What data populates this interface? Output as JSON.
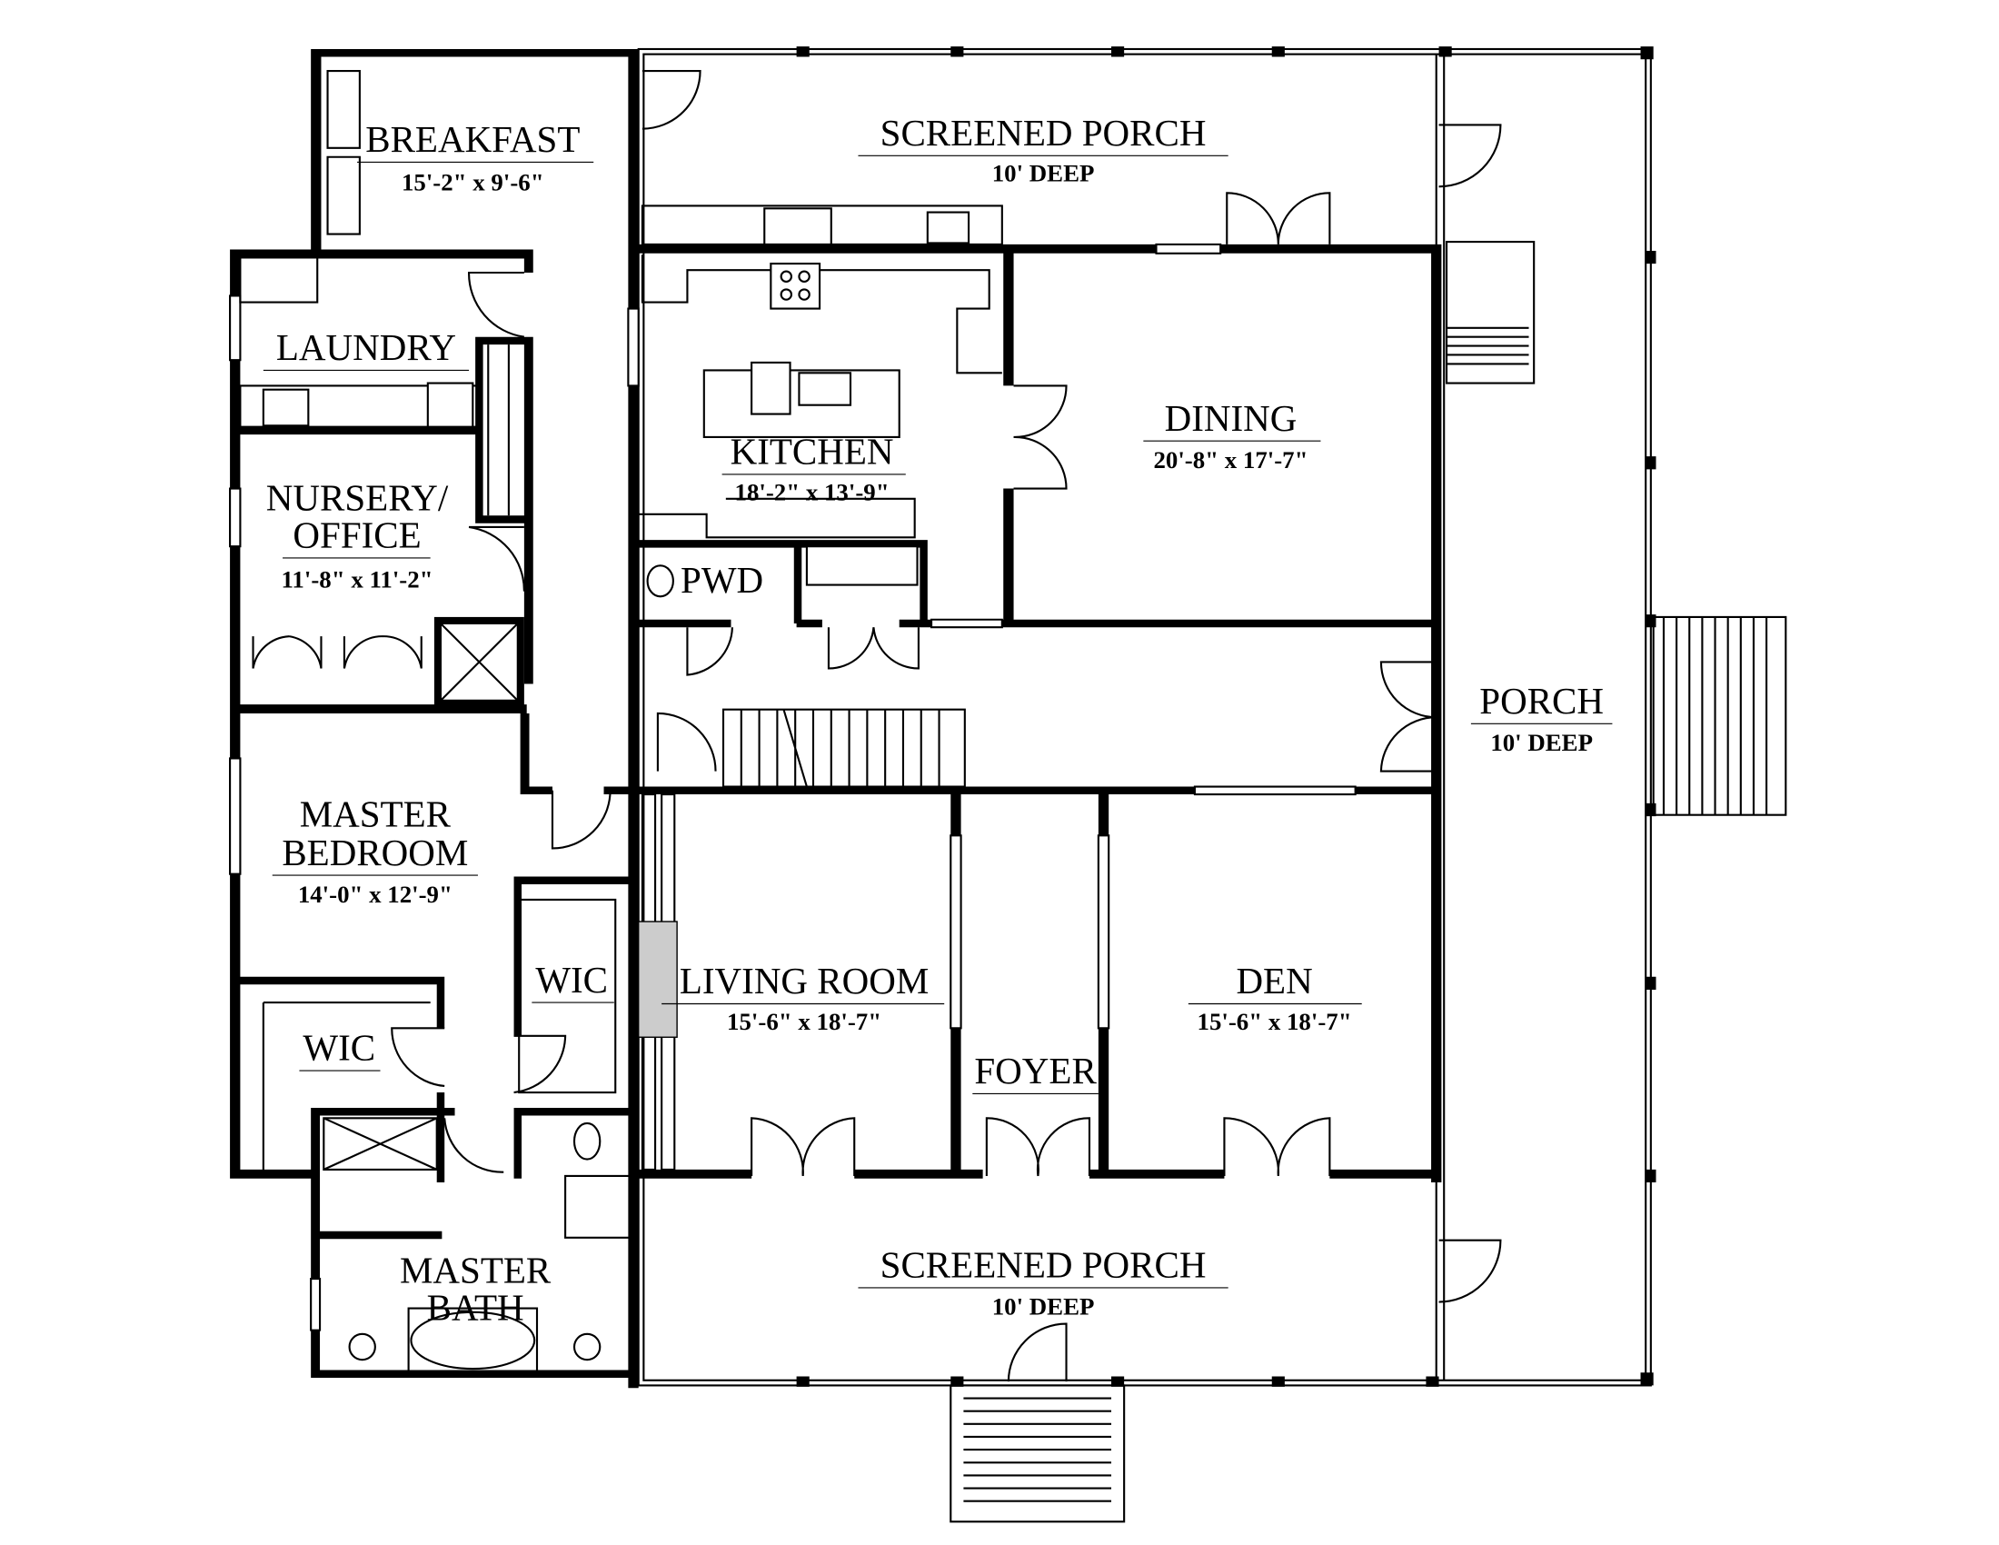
{
  "plan": {
    "rooms": [
      {
        "id": "breakfast",
        "name": "BREAKFAST",
        "dims": "15'-2\" x 9'-6\""
      },
      {
        "id": "screened-porch-rear",
        "name": "SCREENED PORCH",
        "dims": "10' DEEP"
      },
      {
        "id": "laundry",
        "name": "LAUNDRY"
      },
      {
        "id": "kitchen",
        "name": "KITCHEN",
        "dims": "18'-2\" x 13'-9\""
      },
      {
        "id": "dining",
        "name": "DINING",
        "dims": "20'-8\" x 17'-7\""
      },
      {
        "id": "nursery-office",
        "name": "NURSERY/",
        "name2": "OFFICE",
        "dims": "11'-8\" x 11'-2\""
      },
      {
        "id": "powder",
        "name": "PWD"
      },
      {
        "id": "porch",
        "name": "PORCH",
        "dims": "10' DEEP"
      },
      {
        "id": "master-bedroom",
        "name": "MASTER",
        "name2": "BEDROOM",
        "dims": "14'-0\" x 12'-9\""
      },
      {
        "id": "wic-1",
        "name": "WIC"
      },
      {
        "id": "wic-2",
        "name": "WIC"
      },
      {
        "id": "living-room",
        "name": "LIVING ROOM",
        "dims": "15'-6\" x 18'-7\""
      },
      {
        "id": "foyer",
        "name": "FOYER"
      },
      {
        "id": "den",
        "name": "DEN",
        "dims": "15'-6\" x 18'-7\""
      },
      {
        "id": "master-bath",
        "name": "MASTER",
        "name2": "BATH"
      },
      {
        "id": "screened-porch-front",
        "name": "SCREENED PORCH",
        "dims": "10' DEEP"
      }
    ]
  }
}
